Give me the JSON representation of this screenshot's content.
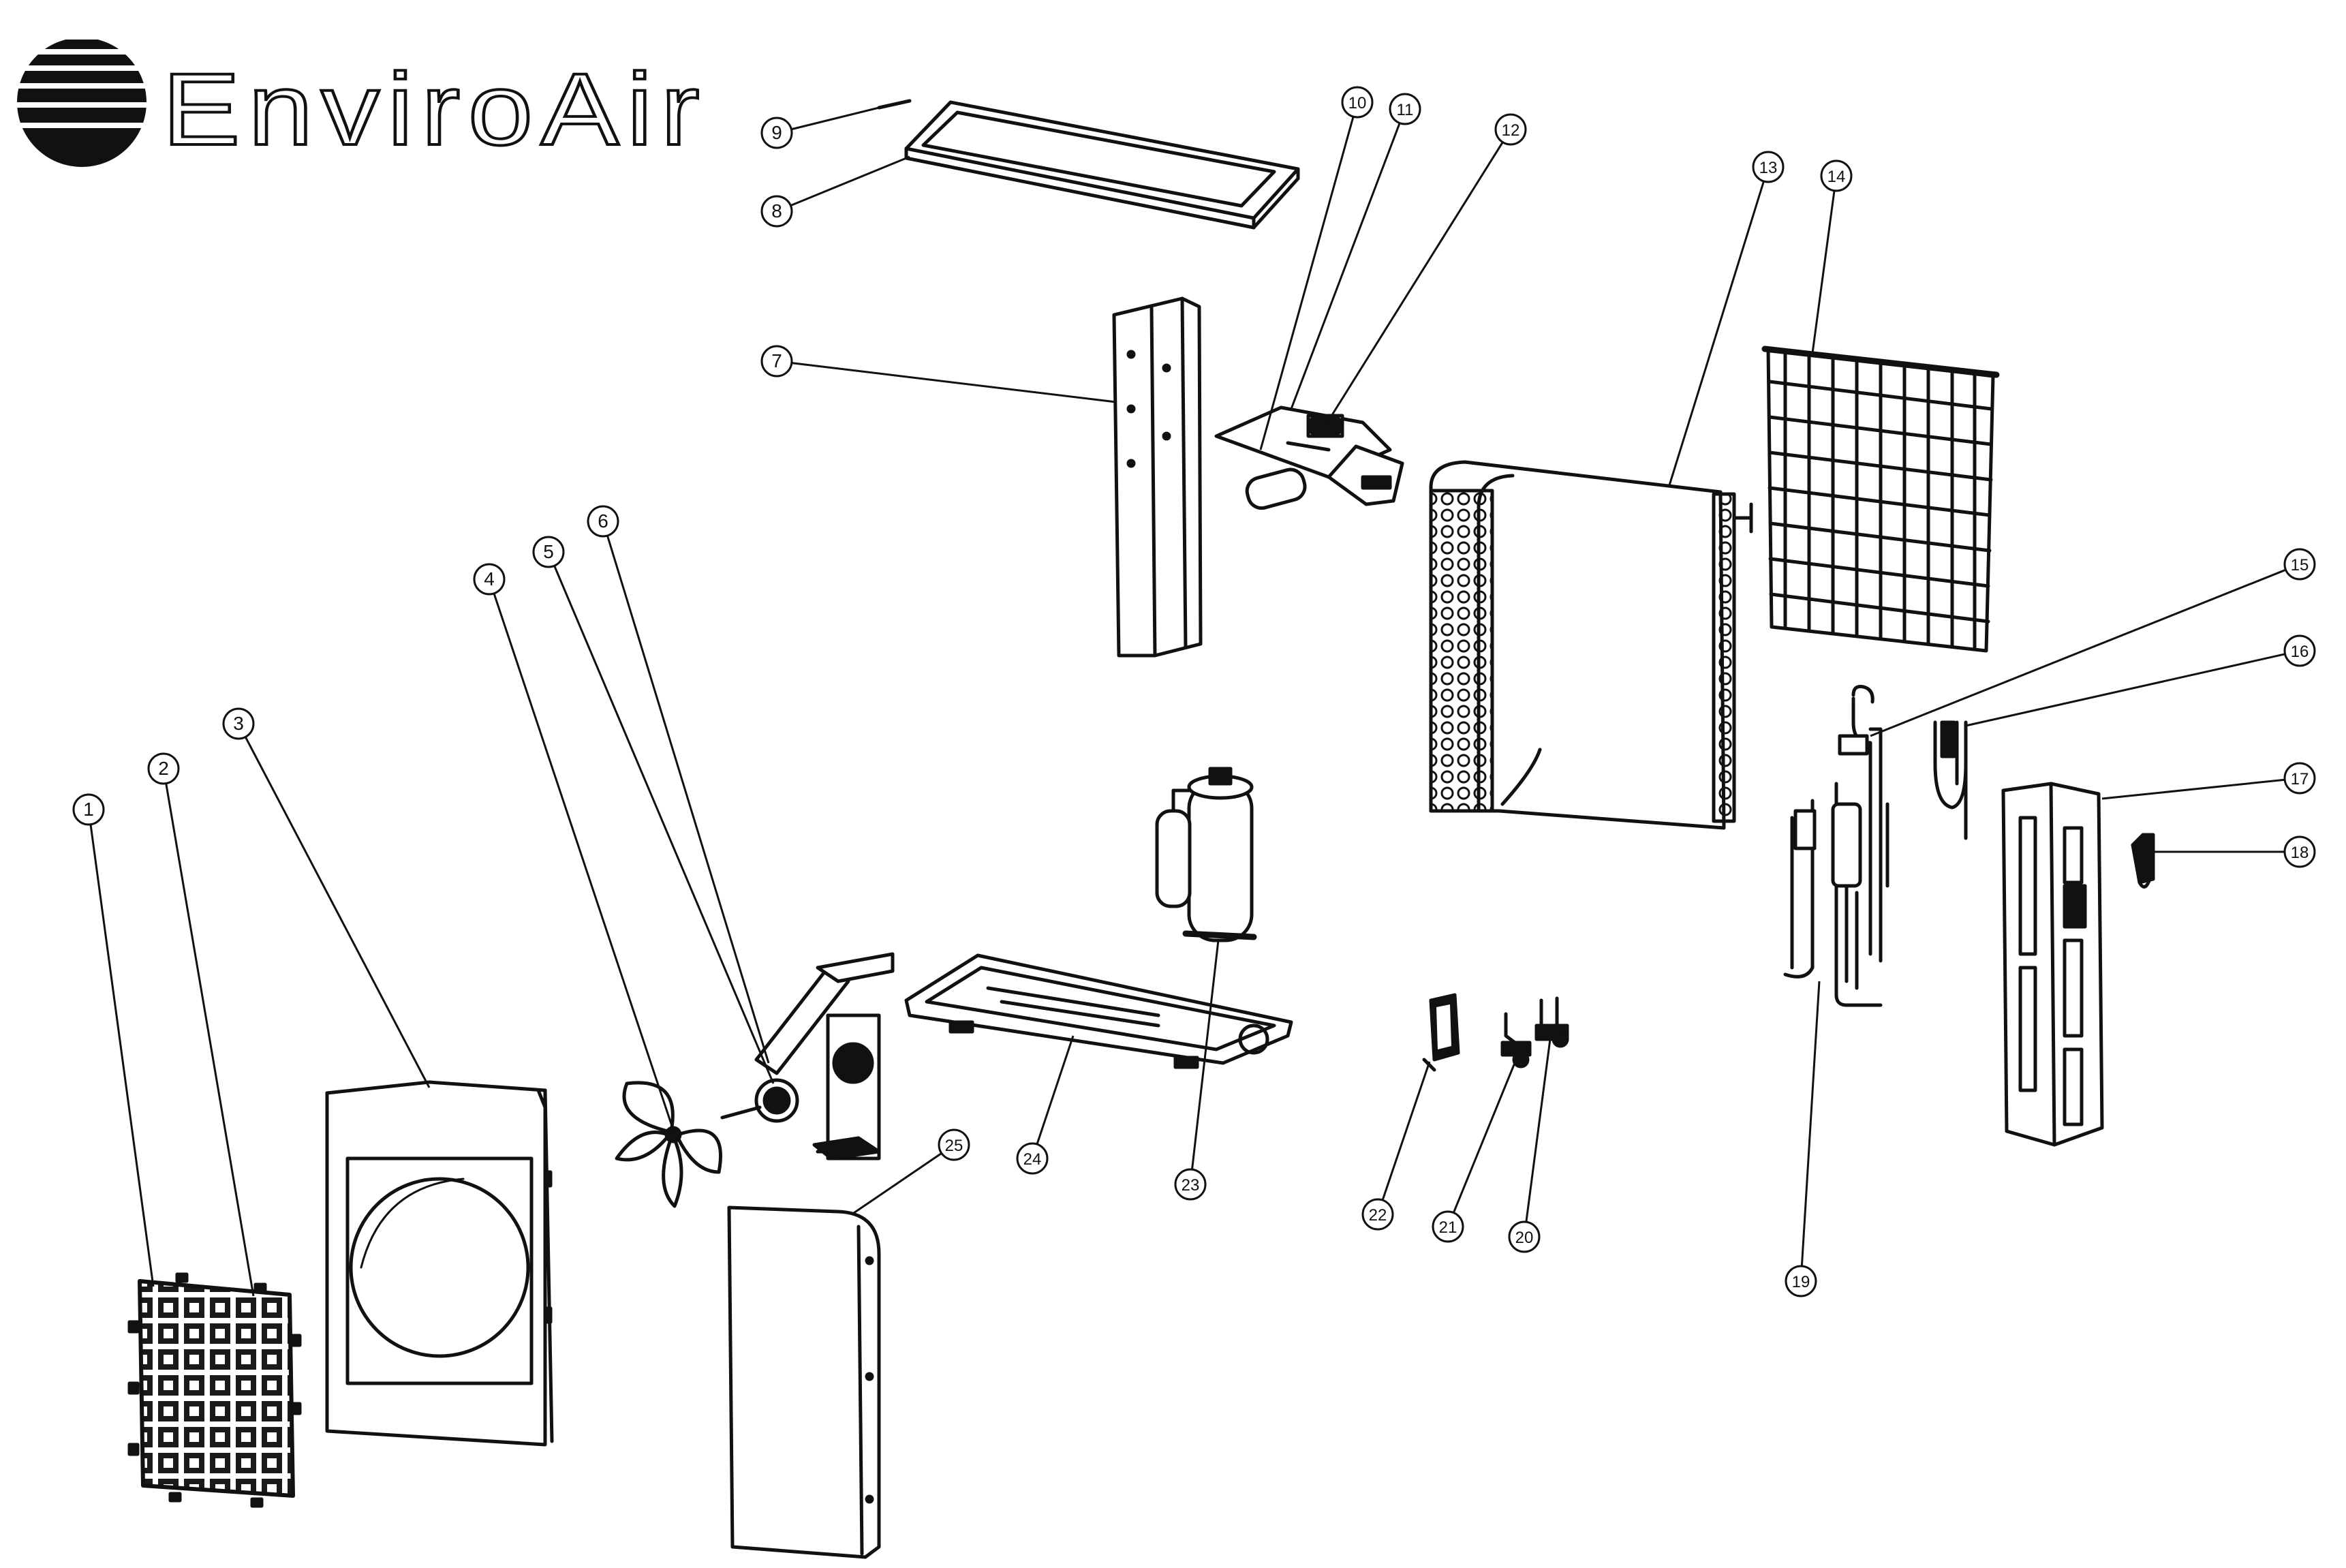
{
  "brand": {
    "wordmark": "EnviroAir",
    "logo_icon": "striped-sphere-logo"
  },
  "diagram": {
    "type": "exploded-parts-view",
    "callouts": [
      {
        "n": "1",
        "part": "grille"
      },
      {
        "n": "2",
        "part": "grille-frame"
      },
      {
        "n": "3",
        "part": "front-panel"
      },
      {
        "n": "4",
        "part": "fan-blade"
      },
      {
        "n": "5",
        "part": "fan-motor"
      },
      {
        "n": "6",
        "part": "motor-bracket"
      },
      {
        "n": "7",
        "part": "partition-panel"
      },
      {
        "n": "8",
        "part": "top-cover"
      },
      {
        "n": "9",
        "part": "top-cover-rod"
      },
      {
        "n": "10",
        "part": "capacitor"
      },
      {
        "n": "11",
        "part": "electric-box"
      },
      {
        "n": "12",
        "part": "terminal-board"
      },
      {
        "n": "13",
        "part": "condenser-coil"
      },
      {
        "n": "14",
        "part": "rear-guard-grid"
      },
      {
        "n": "15",
        "part": "piping-assembly"
      },
      {
        "n": "16",
        "part": "capillary-tube"
      },
      {
        "n": "17",
        "part": "right-side-panel"
      },
      {
        "n": "18",
        "part": "valve-cover"
      },
      {
        "n": "19",
        "part": "four-way-valve-assembly"
      },
      {
        "n": "20",
        "part": "gas-valve"
      },
      {
        "n": "21",
        "part": "liquid-valve"
      },
      {
        "n": "22",
        "part": "valve-support"
      },
      {
        "n": "23",
        "part": "compressor"
      },
      {
        "n": "24",
        "part": "base-pan"
      },
      {
        "n": "25",
        "part": "left-side-panel"
      }
    ]
  },
  "colors": {
    "ink": "#111111",
    "paper": "#ffffff"
  }
}
